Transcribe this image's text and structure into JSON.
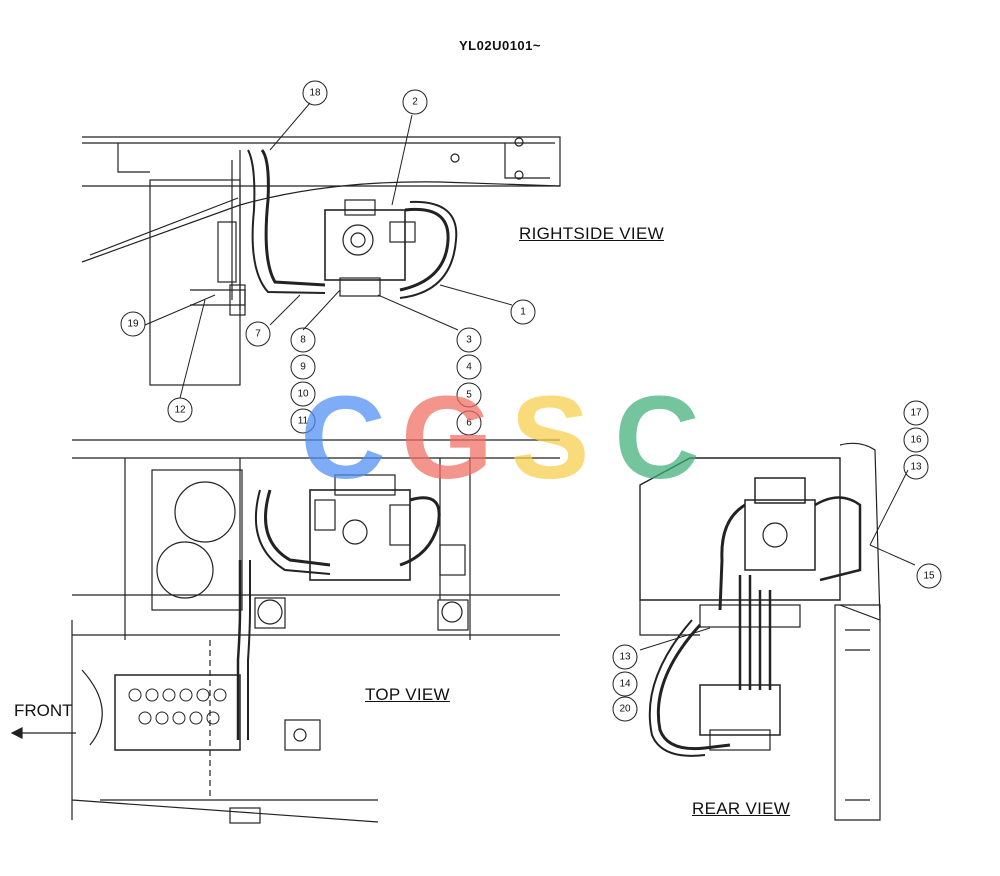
{
  "drawing_code": "YL02U0101~",
  "views": {
    "rightside": "RIGHTSIDE VIEW",
    "top": "TOP VIEW",
    "rear": "REAR VIEW"
  },
  "direction": {
    "front_label": "FRONT"
  },
  "callouts": {
    "c18": "18",
    "c2": "2",
    "c1": "1",
    "c19": "19",
    "c7": "7",
    "c12": "12",
    "c8": "8",
    "c9": "9",
    "c10": "10",
    "c11": "11",
    "c3": "3",
    "c4": "4",
    "c5": "5",
    "c6": "6",
    "c17": "17",
    "c16": "16",
    "c13a": "13",
    "c15": "15",
    "c13b": "13",
    "c14": "14",
    "c20": "20"
  },
  "watermark": {
    "letters": [
      "C",
      "G",
      "S",
      "C"
    ],
    "colors": [
      "#4f8df5",
      "#ef6c62",
      "#f7ce4a",
      "#3fae78"
    ]
  }
}
